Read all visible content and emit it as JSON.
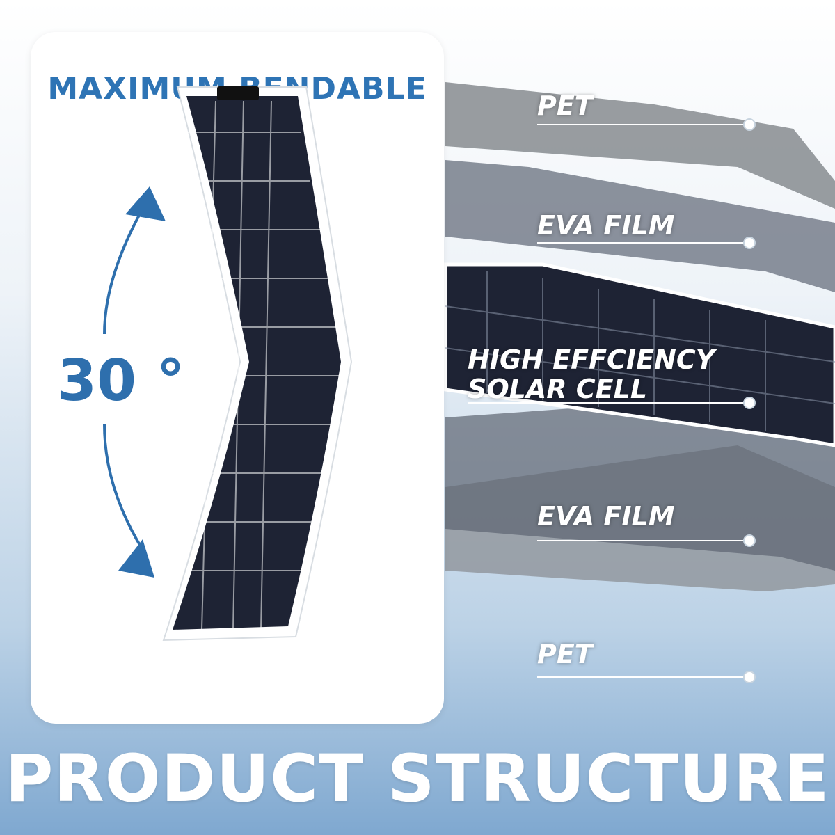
{
  "header": {
    "title": "MAXIMUM BENDABLE"
  },
  "bend": {
    "angle_label": "30 °"
  },
  "layers": [
    {
      "label": "PET"
    },
    {
      "label": "EVA FILM"
    },
    {
      "label": "HIGH EFFCIENCY SOLAR CELL"
    },
    {
      "label": "EVA FILM"
    },
    {
      "label": "PET"
    }
  ],
  "footer": {
    "title": "PRODUCT STRUCTURE"
  },
  "colors": {
    "accent": "#2e74b5",
    "panel": "#1e2334",
    "arrow": "#2e6fad"
  }
}
